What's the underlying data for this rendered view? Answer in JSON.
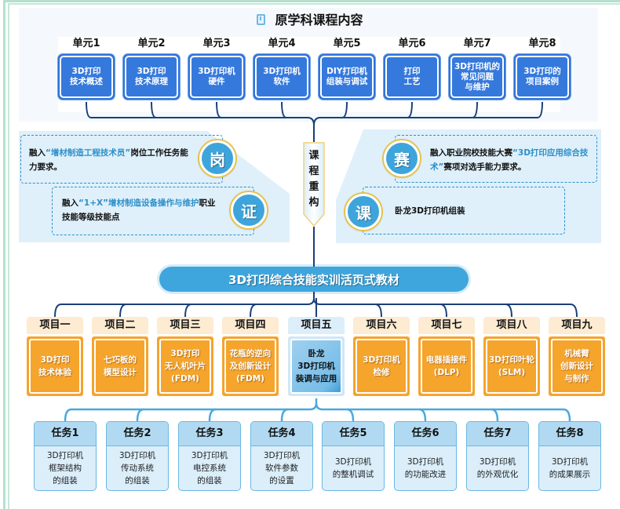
{
  "header": {
    "title": "原学科课程内容",
    "icon": "book-icon"
  },
  "units": [
    {
      "label": "单元1",
      "content": "3D打印\n技术概述"
    },
    {
      "label": "单元2",
      "content": "3D打印\n技术原理"
    },
    {
      "label": "单元3",
      "content": "3D打印机\n硬件"
    },
    {
      "label": "单元4",
      "content": "3D打印机\n软件"
    },
    {
      "label": "单元5",
      "content": "DIY打印机\n组装与调试"
    },
    {
      "label": "单元6",
      "content": "打印\n工艺"
    },
    {
      "label": "单元7",
      "content": "3D打印机的\n常见问题\n与维护"
    },
    {
      "label": "单元8",
      "content": "3D打印的\n项目案例"
    }
  ],
  "restructure": {
    "label": "课程重构"
  },
  "integrations": {
    "post": {
      "badge": "岗",
      "prefix": "融入",
      "highlight": "“增材制造工程技术员”",
      "suffix": "岗位工作任务能力要求。"
    },
    "cert": {
      "badge": "证",
      "prefix": "融入",
      "highlight": "“1+X”增材制造设备操作与维护",
      "suffix": "职业技能等级技能点"
    },
    "competition": {
      "badge": "赛",
      "prefix": "融入职业院校技能大赛",
      "highlight": "“3D打印应用综合技术”",
      "suffix": "赛项对选手能力要求。"
    },
    "course": {
      "badge": "课",
      "text": "卧龙3D打印机组装"
    }
  },
  "textbook": {
    "title": "3D打印综合技能实训活页式教材"
  },
  "projects": [
    {
      "label": "项目一",
      "content": "3D打印\n技术体验",
      "active": false
    },
    {
      "label": "项目二",
      "content": "七巧板的\n模型设计",
      "active": false
    },
    {
      "label": "项目三",
      "content": "3D打印\n无人机叶片\n(FDM)",
      "active": false
    },
    {
      "label": "项目四",
      "content": "花瓶的逆向\n及创新设计\n(FDM)",
      "active": false
    },
    {
      "label": "项目五",
      "content": "卧龙\n3D打印机\n装调与应用",
      "active": true
    },
    {
      "label": "项目六",
      "content": "3D打印机\n检修",
      "active": false
    },
    {
      "label": "项目七",
      "content": "电器插接件\n(DLP)",
      "active": false
    },
    {
      "label": "项目八",
      "content": "3D打印叶轮\n(SLM)",
      "active": false
    },
    {
      "label": "项目九",
      "content": "机械臂\n创新设计\n与制作",
      "active": false
    }
  ],
  "tasks": [
    {
      "label": "任务1",
      "content": "3D打印机\n框架结构\n的组装"
    },
    {
      "label": "任务2",
      "content": "3D打印机\n传动系统\n的组装"
    },
    {
      "label": "任务3",
      "content": "3D打印机\n电控系统\n的组装"
    },
    {
      "label": "任务4",
      "content": "3D打印机\n软件参数\n的设置"
    },
    {
      "label": "任务5",
      "content": "3D打印机\n的整机调试"
    },
    {
      "label": "任务6",
      "content": "3D打印机\n的功能改进"
    },
    {
      "label": "任务7",
      "content": "3D打印机\n的外观优化"
    },
    {
      "label": "任务8",
      "content": "3D打印机\n的成果展示"
    }
  ],
  "colors": {
    "unit_blue": "#2f73d8",
    "connector_navy": "#1b3f7a",
    "project_orange": "#f5a42c",
    "project_active_blue": "#76bde8",
    "task_blue": "#b1daf2",
    "badge_blue": "#3ea5dc",
    "highlight_text": "#2d8fc9"
  }
}
